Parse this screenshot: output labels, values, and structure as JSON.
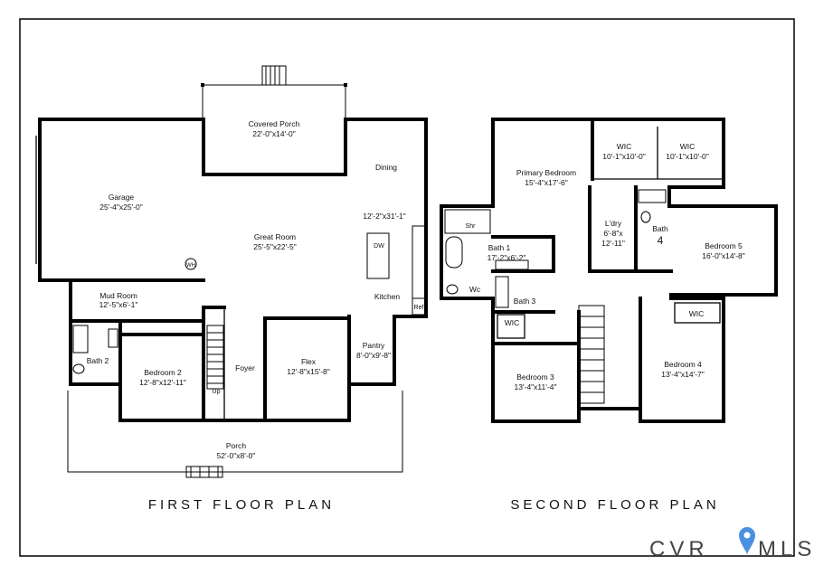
{
  "first_floor": {
    "title": "FIRST FLOOR PLAN",
    "rooms": {
      "covered_porch": {
        "name": "Covered Porch",
        "dims": "22'-0\"x14'-0\""
      },
      "garage": {
        "name": "Garage",
        "dims": "25'-4\"x25'-0\""
      },
      "great_room": {
        "name": "Great Room",
        "dims": "25'-5\"x22'-5\""
      },
      "dining": {
        "name": "Dining",
        "dims": "12'-2\"x31'-1\""
      },
      "kitchen": {
        "name": "Kitchen"
      },
      "mud_room": {
        "name": "Mud Room",
        "dims": "12'-5\"x6'-1\""
      },
      "bath_2": {
        "name": "Bath 2"
      },
      "bedroom_2": {
        "name": "Bedroom 2",
        "dims": "12'-8\"x12'-11\""
      },
      "foyer": {
        "name": "Foyer"
      },
      "flex": {
        "name": "Flex",
        "dims": "12'-8\"x15'-8\""
      },
      "pantry": {
        "name": "Pantry",
        "dims": "8'-0\"x9'-8\""
      },
      "porch": {
        "name": "Porch",
        "dims": "52'-0\"x8'-0\""
      }
    },
    "fixtures": {
      "wh": "WH",
      "dw": "DW",
      "ref": "Ref",
      "up": "Up"
    }
  },
  "second_floor": {
    "title": "SECOND FLOOR PLAN",
    "rooms": {
      "primary_bedroom": {
        "name": "Primary Bedroom",
        "dims": "15'-4\"x17'-6\""
      },
      "wic_a": {
        "name": "WIC",
        "dims": "10'-1\"x10'-0\""
      },
      "wic_b": {
        "name": "WIC",
        "dims": "10'-1\"x10'-0\""
      },
      "laundry": {
        "name": "L'dry",
        "dims_line1": "6'-8\"x",
        "dims_line2": "12'-11\""
      },
      "bath_4": {
        "name": "Bath",
        "number": "4"
      },
      "bedroom_5": {
        "name": "Bedroom 5",
        "dims": "16'-0\"x14'-8\""
      },
      "bath_1": {
        "name": "Bath 1",
        "dims": "17'-2\"x6'-2\""
      },
      "shr": {
        "name": "Shr"
      },
      "wc": {
        "name": "Wc"
      },
      "bath_3": {
        "name": "Bath 3"
      },
      "wic_c": {
        "name": "WIC"
      },
      "wic_d": {
        "name": "WIC"
      },
      "bedroom_3": {
        "name": "Bedroom 3",
        "dims": "13'-4\"x11'-4\""
      },
      "bedroom_4": {
        "name": "Bedroom 4",
        "dims": "13'-4\"x14'-7\""
      }
    }
  },
  "brand": {
    "left": "CVR",
    "right": "MLS"
  }
}
